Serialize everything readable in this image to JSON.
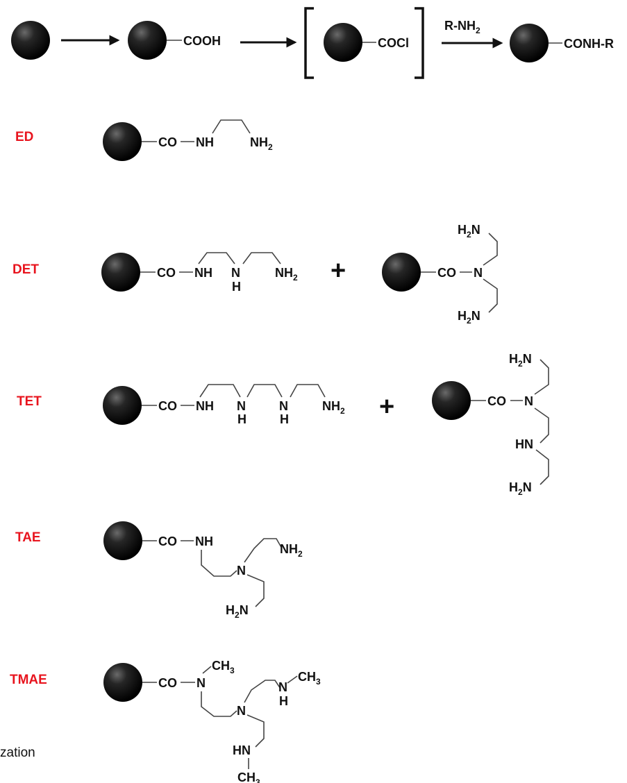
{
  "colors": {
    "label": "#e8141e",
    "ink": "#111111",
    "bond": "#444444"
  },
  "scheme": {
    "cooh": "COOH",
    "cocl": "COCl",
    "reagent": "R-NH",
    "reagent_sub": "2",
    "product": "CONH-R"
  },
  "amines": [
    {
      "label": "ED"
    },
    {
      "label": "DET"
    },
    {
      "label": "TET"
    },
    {
      "label": "TAE"
    },
    {
      "label": "TMAE"
    }
  ],
  "atoms": {
    "co": "CO",
    "nh": "NH",
    "n": "N",
    "h": "H",
    "hn": "HN",
    "nh2": "NH",
    "h2n_h": "H",
    "h2n_n": "N",
    "two": "2",
    "ch3": "CH",
    "three": "3"
  },
  "plus": "+",
  "caption_fragment": "zation"
}
